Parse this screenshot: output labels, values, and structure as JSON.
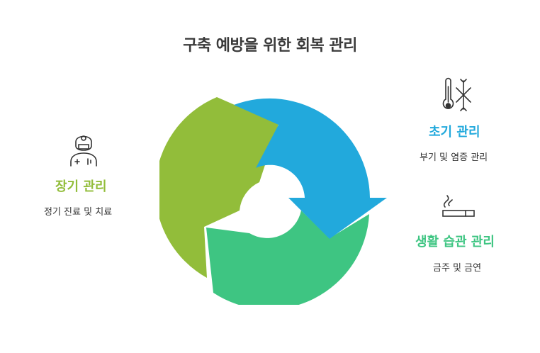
{
  "title": "구축 예방을 위한 회복 관리",
  "colors": {
    "blue": "#22a9dc",
    "green_light": "#92bd3a",
    "green_teal": "#3ec582",
    "title": "#3b3b3b",
    "icon": "#333333"
  },
  "items": {
    "initial": {
      "heading": "초기 관리",
      "description": "부기 및 염증 관리",
      "icon": "thermometer-snowflake-icon",
      "color": "#22a9dc"
    },
    "lifestyle": {
      "heading": "생활 습관 관리",
      "description": "금주 및 금연",
      "icon": "cigarette-icon",
      "color": "#3ec582"
    },
    "longterm": {
      "heading": "장기 관리",
      "description": "정기 진료 및 치료",
      "icon": "doctor-icon",
      "color": "#92bd3a"
    }
  }
}
